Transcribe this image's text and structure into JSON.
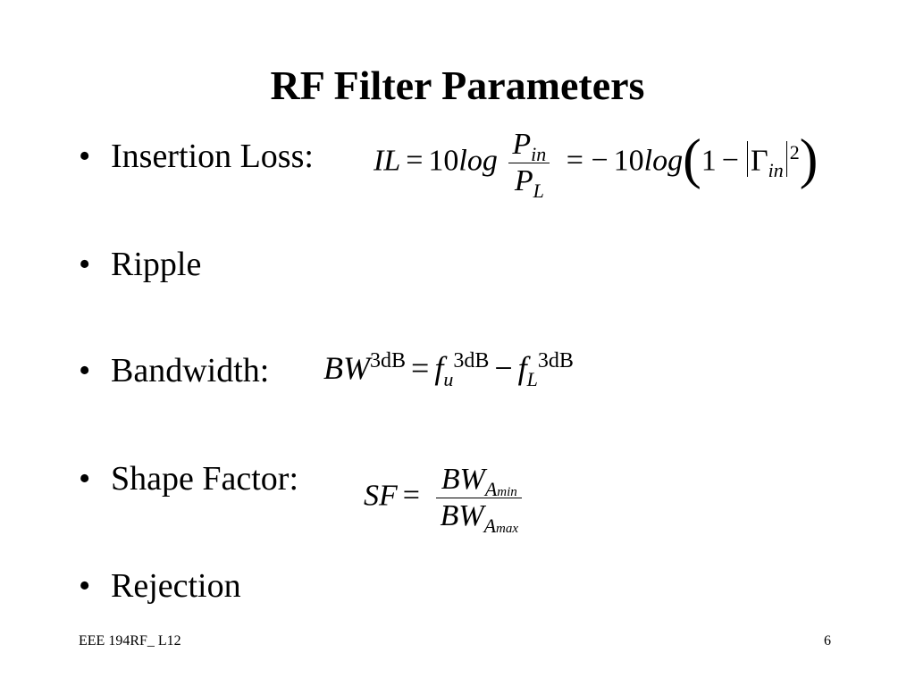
{
  "title": "RF Filter Parameters",
  "bullets": [
    {
      "label": "Insertion Loss:"
    },
    {
      "label": "Ripple"
    },
    {
      "label": "Bandwidth:"
    },
    {
      "label": "Shape Factor:"
    },
    {
      "label": "Rejection"
    }
  ],
  "equations": {
    "il": {
      "lhs": "IL",
      "coef": "10",
      "log": "log",
      "num_var": "P",
      "num_sub": "in",
      "den_var": "P",
      "den_sub": "L",
      "coef2": "10",
      "one": "1",
      "gamma": "Γ",
      "gamma_sub": "in",
      "power": "2"
    },
    "bw": {
      "lhs": "BW",
      "sup": "3dB",
      "f": "f",
      "u_sub": "u",
      "l_sub": "L"
    },
    "sf": {
      "lhs": "SF",
      "num": "BW",
      "num_sub": "A",
      "num_subsub": "min",
      "den": "BW",
      "den_sub": "A",
      "den_subsub": "max"
    }
  },
  "footer": {
    "left": "EEE 194RF_ L12",
    "page": "6"
  }
}
